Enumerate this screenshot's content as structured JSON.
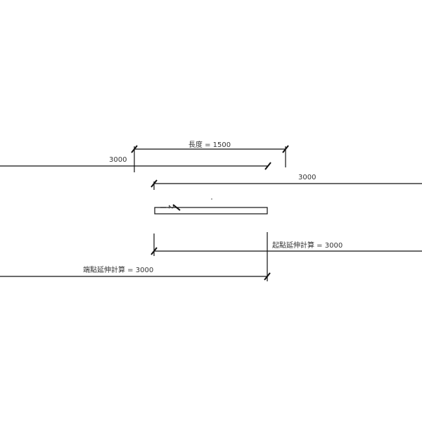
{
  "dimensions": {
    "length_label": "長度 = 1500",
    "left_value": "3000",
    "right_value": "3000",
    "start_extension_label": "起點延伸計算 = 3000",
    "end_extension_label": "端點延伸計算 = 3000",
    "rect_marker": "2"
  }
}
